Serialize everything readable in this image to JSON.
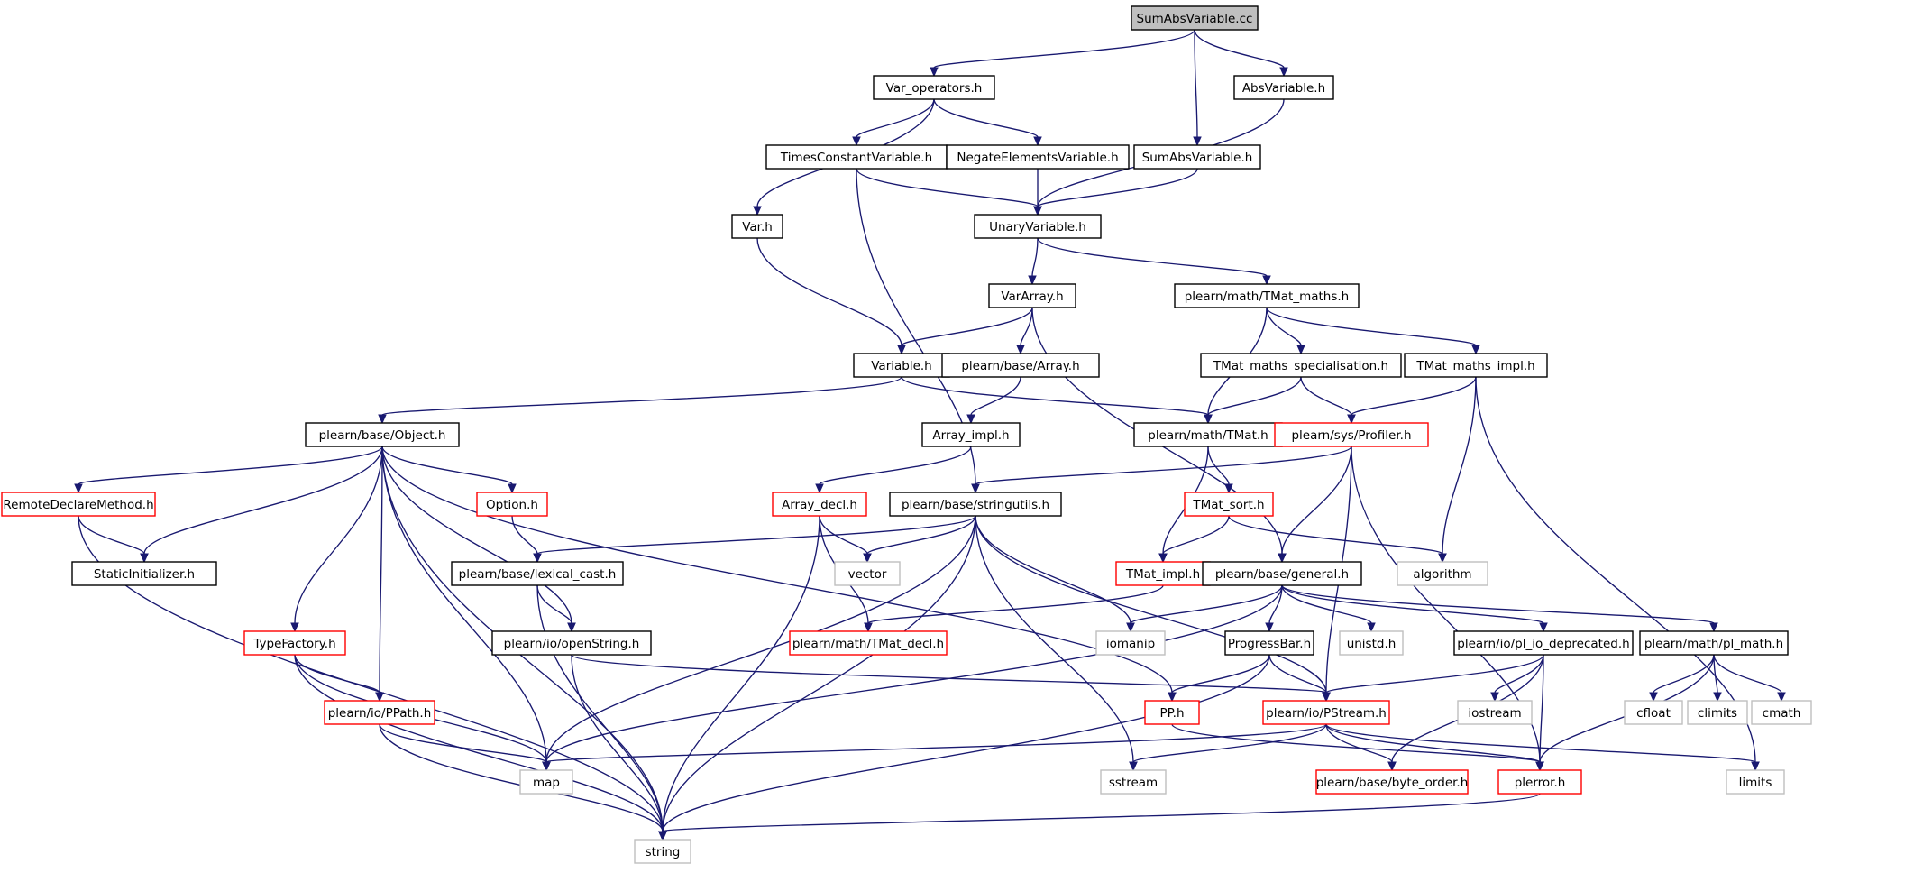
{
  "colors": {
    "edge": "#191970",
    "node_border": "#000000",
    "node_incomplete_border": "#ff0000",
    "node_system_border": "#bfbfbf",
    "root_fill": "#bfbfbf",
    "node_fill": "#ffffff"
  },
  "nodes": [
    {
      "id": "root",
      "label": "SumAbsVariable.cc",
      "kind": "root"
    },
    {
      "id": "varops",
      "label": "Var_operators.h",
      "kind": "normal"
    },
    {
      "id": "absvar",
      "label": "AbsVariable.h",
      "kind": "normal"
    },
    {
      "id": "timesconst",
      "label": "TimesConstantVariable.h",
      "kind": "normal"
    },
    {
      "id": "negate",
      "label": "NegateElementsVariable.h",
      "kind": "normal"
    },
    {
      "id": "sumabs_h",
      "label": "SumAbsVariable.h",
      "kind": "normal"
    },
    {
      "id": "var_h",
      "label": "Var.h",
      "kind": "normal"
    },
    {
      "id": "unary",
      "label": "UnaryVariable.h",
      "kind": "normal"
    },
    {
      "id": "vararray",
      "label": "VarArray.h",
      "kind": "normal"
    },
    {
      "id": "tmat_maths",
      "label": "plearn/math/TMat_maths.h",
      "kind": "normal"
    },
    {
      "id": "variable",
      "label": "Variable.h",
      "kind": "normal"
    },
    {
      "id": "base_array",
      "label": "plearn/base/Array.h",
      "kind": "normal"
    },
    {
      "id": "tmat_spec",
      "label": "TMat_maths_specialisation.h",
      "kind": "normal"
    },
    {
      "id": "tmat_impl_m",
      "label": "TMat_maths_impl.h",
      "kind": "normal"
    },
    {
      "id": "object",
      "label": "plearn/base/Object.h",
      "kind": "normal"
    },
    {
      "id": "array_impl",
      "label": "Array_impl.h",
      "kind": "normal"
    },
    {
      "id": "tmat_h",
      "label": "plearn/math/TMat.h",
      "kind": "normal"
    },
    {
      "id": "profiler",
      "label": "plearn/sys/Profiler.h",
      "kind": "incomplete"
    },
    {
      "id": "remote",
      "label": "RemoteDeclareMethod.h",
      "kind": "incomplete"
    },
    {
      "id": "option",
      "label": "Option.h",
      "kind": "incomplete"
    },
    {
      "id": "array_decl",
      "label": "Array_decl.h",
      "kind": "incomplete"
    },
    {
      "id": "stringutils",
      "label": "plearn/base/stringutils.h",
      "kind": "normal"
    },
    {
      "id": "tmat_sort",
      "label": "TMat_sort.h",
      "kind": "incomplete"
    },
    {
      "id": "staticinit",
      "label": "StaticInitializer.h",
      "kind": "normal"
    },
    {
      "id": "lexical",
      "label": "plearn/base/lexical_cast.h",
      "kind": "normal"
    },
    {
      "id": "vector",
      "label": "vector",
      "kind": "system"
    },
    {
      "id": "tmat_impl",
      "label": "TMat_impl.h",
      "kind": "incomplete"
    },
    {
      "id": "algorithm",
      "label": "algorithm",
      "kind": "system"
    },
    {
      "id": "general",
      "label": "plearn/base/general.h",
      "kind": "normal"
    },
    {
      "id": "typefactory",
      "label": "TypeFactory.h",
      "kind": "incomplete"
    },
    {
      "id": "openstring",
      "label": "plearn/io/openString.h",
      "kind": "normal"
    },
    {
      "id": "tmat_decl",
      "label": "plearn/math/TMat_decl.h",
      "kind": "incomplete"
    },
    {
      "id": "iomanip",
      "label": "iomanip",
      "kind": "system"
    },
    {
      "id": "unistd",
      "label": "unistd.h",
      "kind": "system"
    },
    {
      "id": "progressbar",
      "label": "ProgressBar.h",
      "kind": "normal"
    },
    {
      "id": "pl_io_dep",
      "label": "plearn/io/pl_io_deprecated.h",
      "kind": "normal"
    },
    {
      "id": "pl_math",
      "label": "plearn/math/pl_math.h",
      "kind": "normal"
    },
    {
      "id": "iostream",
      "label": "iostream",
      "kind": "system"
    },
    {
      "id": "cfloat",
      "label": "cfloat",
      "kind": "system"
    },
    {
      "id": "climits",
      "label": "climits",
      "kind": "system"
    },
    {
      "id": "cmath",
      "label": "cmath",
      "kind": "system"
    },
    {
      "id": "ppath",
      "label": "plearn/io/PPath.h",
      "kind": "incomplete"
    },
    {
      "id": "pp",
      "label": "PP.h",
      "kind": "incomplete"
    },
    {
      "id": "pstream",
      "label": "plearn/io/PStream.h",
      "kind": "incomplete"
    },
    {
      "id": "map",
      "label": "map",
      "kind": "system"
    },
    {
      "id": "sstream",
      "label": "sstream",
      "kind": "system"
    },
    {
      "id": "byteorder",
      "label": "plearn/base/byte_order.h",
      "kind": "incomplete"
    },
    {
      "id": "plerror",
      "label": "plerror.h",
      "kind": "incomplete"
    },
    {
      "id": "limits",
      "label": "limits",
      "kind": "system"
    },
    {
      "id": "string",
      "label": "string",
      "kind": "system"
    }
  ],
  "edges": [
    [
      "root",
      "varops"
    ],
    [
      "root",
      "sumabs_h"
    ],
    [
      "root",
      "absvar"
    ],
    [
      "varops",
      "var_h"
    ],
    [
      "varops",
      "timesconst"
    ],
    [
      "varops",
      "negate"
    ],
    [
      "timesconst",
      "unary"
    ],
    [
      "timesconst",
      "stringutils"
    ],
    [
      "negate",
      "unary"
    ],
    [
      "sumabs_h",
      "unary"
    ],
    [
      "absvar",
      "unary"
    ],
    [
      "var_h",
      "variable"
    ],
    [
      "unary",
      "vararray"
    ],
    [
      "unary",
      "tmat_maths"
    ],
    [
      "vararray",
      "variable"
    ],
    [
      "vararray",
      "base_array"
    ],
    [
      "vararray",
      "general"
    ],
    [
      "tmat_maths",
      "tmat_h"
    ],
    [
      "tmat_maths",
      "tmat_spec"
    ],
    [
      "tmat_maths",
      "tmat_impl_m"
    ],
    [
      "variable",
      "object"
    ],
    [
      "variable",
      "tmat_h"
    ],
    [
      "base_array",
      "array_impl"
    ],
    [
      "tmat_spec",
      "tmat_h"
    ],
    [
      "tmat_spec",
      "profiler"
    ],
    [
      "tmat_impl_m",
      "profiler"
    ],
    [
      "tmat_impl_m",
      "algorithm"
    ],
    [
      "tmat_impl_m",
      "limits"
    ],
    [
      "object",
      "remote"
    ],
    [
      "object",
      "staticinit"
    ],
    [
      "object",
      "option"
    ],
    [
      "object",
      "typefactory"
    ],
    [
      "object",
      "ppath"
    ],
    [
      "object",
      "pp"
    ],
    [
      "object",
      "openstring"
    ],
    [
      "object",
      "map"
    ],
    [
      "object",
      "string"
    ],
    [
      "array_impl",
      "array_decl"
    ],
    [
      "tmat_h",
      "tmat_sort"
    ],
    [
      "tmat_h",
      "tmat_impl"
    ],
    [
      "profiler",
      "stringutils"
    ],
    [
      "profiler",
      "general"
    ],
    [
      "profiler",
      "pstream"
    ],
    [
      "profiler",
      "plerror"
    ],
    [
      "remote",
      "staticinit"
    ],
    [
      "remote",
      "string"
    ],
    [
      "option",
      "lexical"
    ],
    [
      "array_decl",
      "vector"
    ],
    [
      "array_decl",
      "tmat_decl"
    ],
    [
      "array_decl",
      "string"
    ],
    [
      "stringutils",
      "lexical"
    ],
    [
      "stringutils",
      "vector"
    ],
    [
      "stringutils",
      "iomanip"
    ],
    [
      "stringutils",
      "map"
    ],
    [
      "stringutils",
      "sstream"
    ],
    [
      "stringutils",
      "string"
    ],
    [
      "stringutils",
      "pstream"
    ],
    [
      "tmat_sort",
      "tmat_impl"
    ],
    [
      "tmat_sort",
      "algorithm"
    ],
    [
      "lexical",
      "openstring"
    ],
    [
      "lexical",
      "string"
    ],
    [
      "tmat_impl",
      "tmat_decl"
    ],
    [
      "general",
      "iomanip"
    ],
    [
      "general",
      "unistd"
    ],
    [
      "general",
      "progressbar"
    ],
    [
      "general",
      "pl_io_dep"
    ],
    [
      "general",
      "pl_math"
    ],
    [
      "general",
      "map"
    ],
    [
      "typefactory",
      "ppath"
    ],
    [
      "typefactory",
      "map"
    ],
    [
      "typefactory",
      "string"
    ],
    [
      "openstring",
      "pstream"
    ],
    [
      "openstring",
      "string"
    ],
    [
      "progressbar",
      "pp"
    ],
    [
      "progressbar",
      "pstream"
    ],
    [
      "progressbar",
      "string"
    ],
    [
      "pl_io_dep",
      "pstream"
    ],
    [
      "pl_io_dep",
      "iostream"
    ],
    [
      "pl_io_dep",
      "byteorder"
    ],
    [
      "pl_io_dep",
      "plerror"
    ],
    [
      "pl_math",
      "cfloat"
    ],
    [
      "pl_math",
      "climits"
    ],
    [
      "pl_math",
      "cmath"
    ],
    [
      "pl_math",
      "plerror"
    ],
    [
      "ppath",
      "map"
    ],
    [
      "ppath",
      "string"
    ],
    [
      "pp",
      "plerror"
    ],
    [
      "pstream",
      "map"
    ],
    [
      "pstream",
      "sstream"
    ],
    [
      "pstream",
      "byteorder"
    ],
    [
      "pstream",
      "plerror"
    ],
    [
      "pstream",
      "limits"
    ],
    [
      "plerror",
      "string"
    ]
  ]
}
